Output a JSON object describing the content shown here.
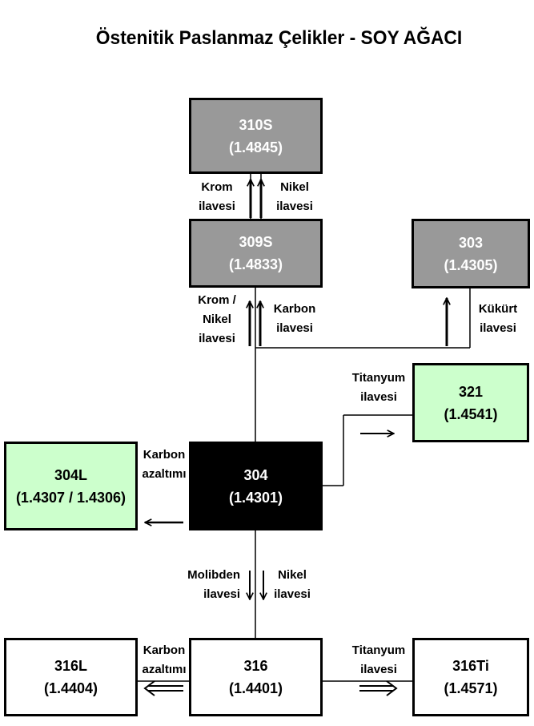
{
  "title": "Östenitik Paslanmaz Çelikler - SOY AĞACI",
  "colors": {
    "gray": "#999999",
    "green": "#ccffcc",
    "black": "#000000",
    "white": "#ffffff"
  },
  "nodes": {
    "n310s": {
      "name": "310S",
      "code": "(1.4845)",
      "color": "gray"
    },
    "n309s": {
      "name": "309S",
      "code": "(1.4833)",
      "color": "gray"
    },
    "n303": {
      "name": "303",
      "code": "(1.4305)",
      "color": "gray"
    },
    "n321": {
      "name": "321",
      "code": "(1.4541)",
      "color": "green"
    },
    "n304l": {
      "name": "304L",
      "code": "(1.4307 / 1.4306)",
      "color": "green"
    },
    "n304": {
      "name": "304",
      "code": "(1.4301)",
      "color": "black"
    },
    "n316l": {
      "name": "316L",
      "code": "(1.4404)",
      "color": "white"
    },
    "n316": {
      "name": "316",
      "code": "(1.4401)",
      "color": "white"
    },
    "n316ti": {
      "name": "316Ti",
      "code": "(1.4571)",
      "color": "white"
    }
  },
  "labels": {
    "krom_top": [
      "Krom",
      "ilavesi"
    ],
    "nikel_top": [
      "Nikel",
      "ilavesi"
    ],
    "krom_nikel": [
      "Krom /",
      "Nikel",
      "ilavesi"
    ],
    "karbon_up": [
      "Karbon",
      "ilavesi"
    ],
    "kukurt": [
      "Kükürt",
      "ilavesi"
    ],
    "titanyum_321": [
      "Titanyum",
      "ilavesi"
    ],
    "karbon_304l": [
      "Karbon",
      "azaltımı"
    ],
    "molibden": [
      "Molibden",
      "ilavesi"
    ],
    "nikel_down": [
      "Nikel",
      "ilavesi"
    ],
    "karbon_316l": [
      "Karbon",
      "azaltımı"
    ],
    "titanyum_316ti": [
      "Titanyum",
      "ilavesi"
    ]
  }
}
